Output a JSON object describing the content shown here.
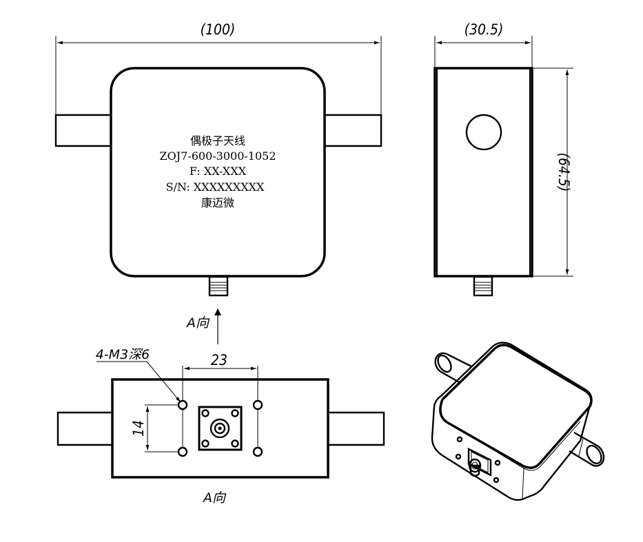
{
  "dimensions": {
    "width_overall": "(100)",
    "depth": "(30.5)",
    "height": "(64.5)",
    "hole_spacing_h": "23",
    "hole_spacing_v": "14"
  },
  "label": {
    "line1": "偶极子天线",
    "line2": "ZOJ7-600-3000-1052",
    "line3": "F: XX-XXX",
    "line4": "S/N: XXXXXXXXX",
    "line5": "康迈微"
  },
  "callouts": {
    "holes": "4-M3深6",
    "view_arrow": "A向",
    "view_name": "A向"
  }
}
